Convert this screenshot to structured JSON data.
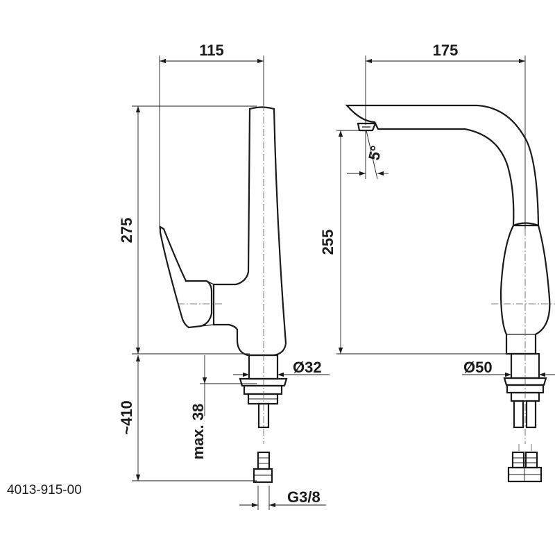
{
  "dimensions": {
    "width_side": "115",
    "width_front": "175",
    "height_total": "275",
    "height_spout": "255",
    "angle": "5°",
    "diameter_base_side": "Ø32",
    "diameter_base_front": "Ø50",
    "max_thickness": "max. 38",
    "hose_length": "~410",
    "thread": "G3/8"
  },
  "product_code": "4013-915-00"
}
